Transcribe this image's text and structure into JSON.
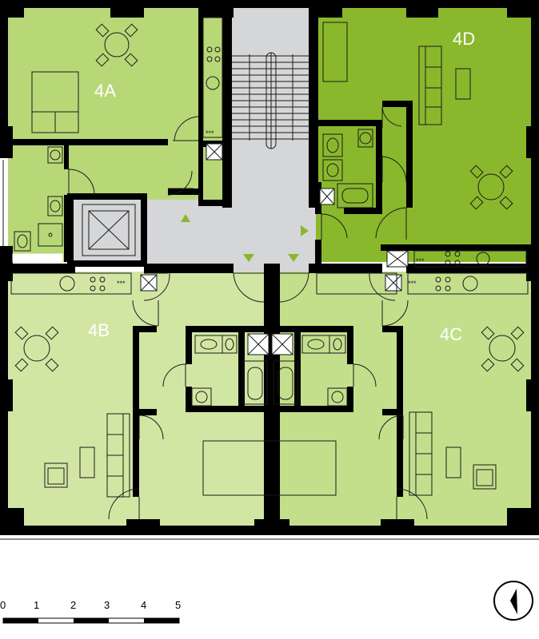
{
  "apartments": [
    {
      "id": "4A",
      "label": "4A"
    },
    {
      "id": "4B",
      "label": "4B"
    },
    {
      "id": "4C",
      "label": "4C"
    },
    {
      "id": "4D",
      "label": "4D"
    }
  ],
  "scale_bar": {
    "ticks": [
      "0",
      "1",
      "2",
      "3",
      "4",
      "5"
    ]
  },
  "colors": {
    "apartment_a": "#b8d877",
    "apartment_b": "#d2e6a4",
    "apartment_c": "#c4df8c",
    "apartment_d": "#8ab82d",
    "circulation": "#d5d6d8",
    "wall": "#000000",
    "stair_arrow": "#8ab82d"
  },
  "icons": {
    "north_arrow": "north-arrow-icon",
    "elevator": "elevator-cross-icon",
    "shaft": "shaft-cross-icon"
  }
}
